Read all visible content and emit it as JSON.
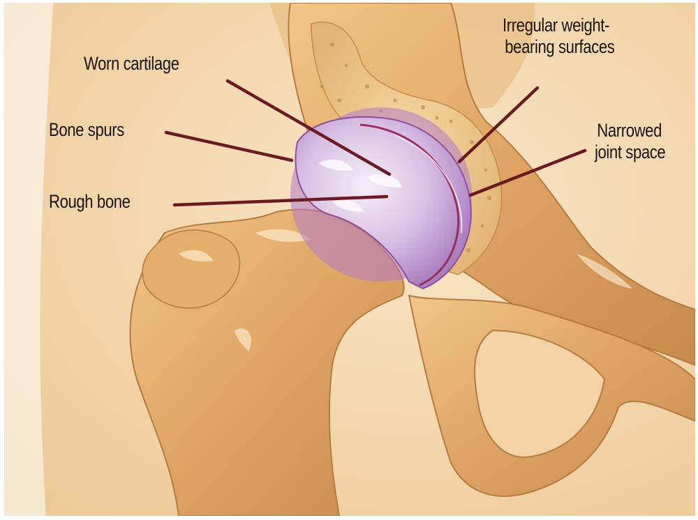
{
  "labels": {
    "worn_cartilage": "Worn cartilage",
    "bone_spurs": "Bone spurs",
    "rough_bone": "Rough bone",
    "irregular_surfaces": [
      "Irregular weight-",
      "bearing surfaces"
    ],
    "narrowed_joint_space": [
      "Narrowed",
      "joint space"
    ]
  },
  "colors": {
    "background": "#f3d9b4",
    "bone": "#e3ad6c",
    "cartilage": "#c9a6d6",
    "leader_line": "#6b1a24"
  }
}
